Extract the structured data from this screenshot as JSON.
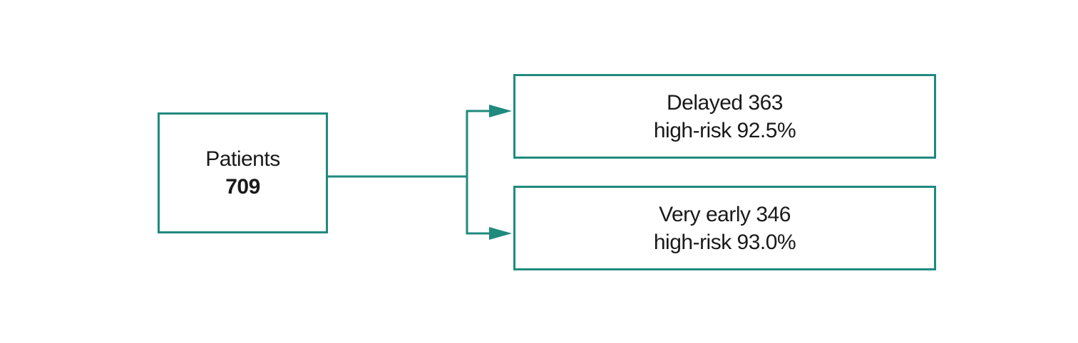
{
  "colors": {
    "accent": "#1f8a7e",
    "text": "#1a1a1a",
    "background": "#ffffff"
  },
  "root": {
    "label": "Patients",
    "count": "709"
  },
  "branches": [
    {
      "line1": "Delayed 363",
      "line2": "high-risk 92.5%"
    },
    {
      "line1": "Very early 346",
      "line2": "high-risk 93.0%"
    }
  ]
}
